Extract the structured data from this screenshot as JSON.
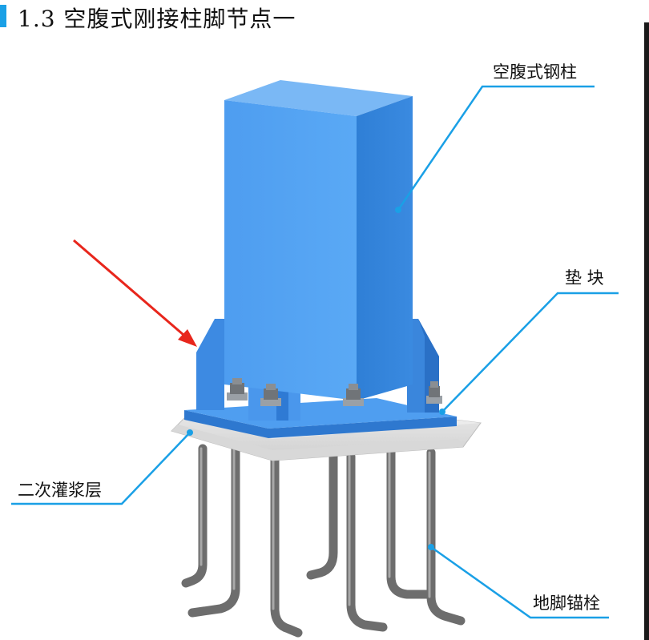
{
  "title": "1.3 空腹式刚接柱脚节点一",
  "accent_color": "#1aa0e6",
  "arrow_color": "#e8261c",
  "labels": {
    "column": "空腹式钢柱",
    "shim": "垫 块",
    "grout": "二次灌浆层",
    "anchor": "地脚锚栓"
  }
}
